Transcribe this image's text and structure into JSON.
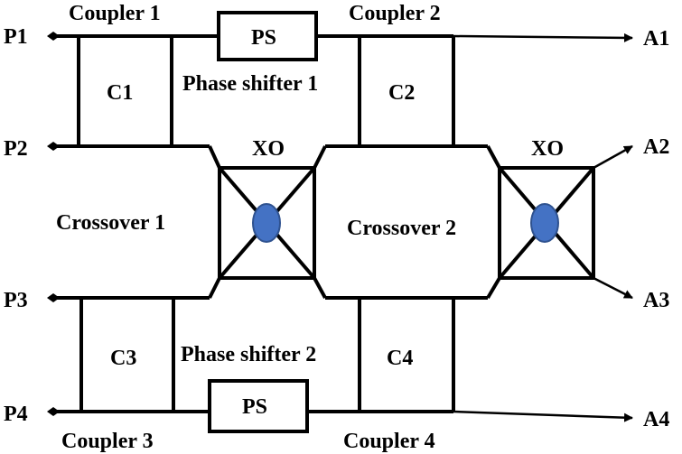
{
  "inputs": [
    "P1",
    "P2",
    "P3",
    "P4"
  ],
  "outputs": [
    "A1",
    "A2",
    "A3",
    "A4"
  ],
  "couplers": {
    "top_left": "Coupler 1",
    "top_right": "Coupler 2",
    "bottom_left": "Coupler 3",
    "bottom_right": "Coupler 4"
  },
  "blocks": {
    "c1": "C1",
    "c2": "C2",
    "c3": "C3",
    "c4": "C4",
    "ps_top": "PS",
    "ps_bottom": "PS",
    "xo_left": "XO",
    "xo_right": "XO"
  },
  "labels": {
    "phase_shifter_1": "Phase shifter 1",
    "phase_shifter_2": "Phase shifter 2",
    "crossover_1": "Crossover 1",
    "crossover_2": "Crossover 2"
  },
  "colors": {
    "crossover_dot": "#4472C4",
    "crossover_dot_border": "#2F528F"
  }
}
